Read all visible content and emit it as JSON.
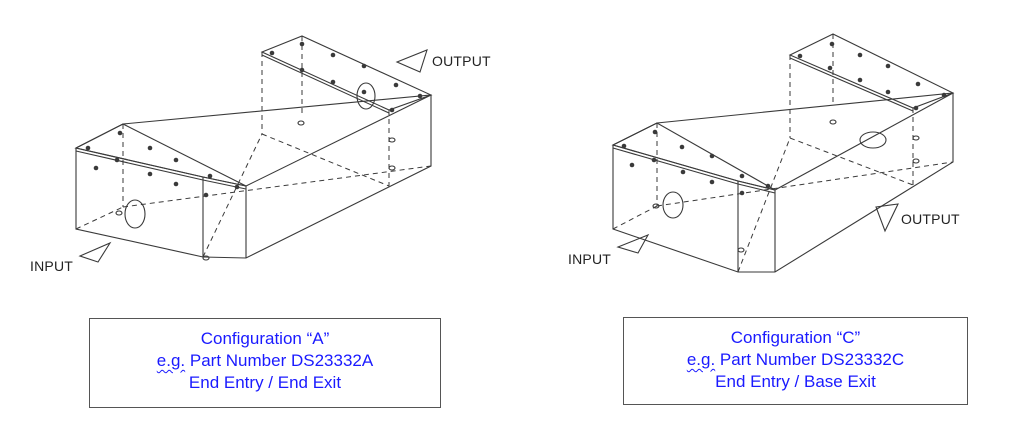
{
  "diagrams": [
    {
      "id": "A",
      "input_label": "INPUT",
      "output_label": "OUTPUT",
      "caption": {
        "title": "Configuration “A”",
        "eg": "e.g.",
        "part": "Part Number DS23332A",
        "entry": "End Entry / End Exit"
      }
    },
    {
      "id": "C",
      "input_label": "INPUT",
      "output_label": "OUTPUT",
      "caption": {
        "title": "Configuration “C”",
        "eg": "e.g.",
        "part": "Part Number DS23332C",
        "entry": "End Entry / Base Exit"
      }
    }
  ],
  "colors": {
    "line": "#3a3a3a",
    "caption_text": "#1a1aff",
    "caption_border": "#555555"
  }
}
